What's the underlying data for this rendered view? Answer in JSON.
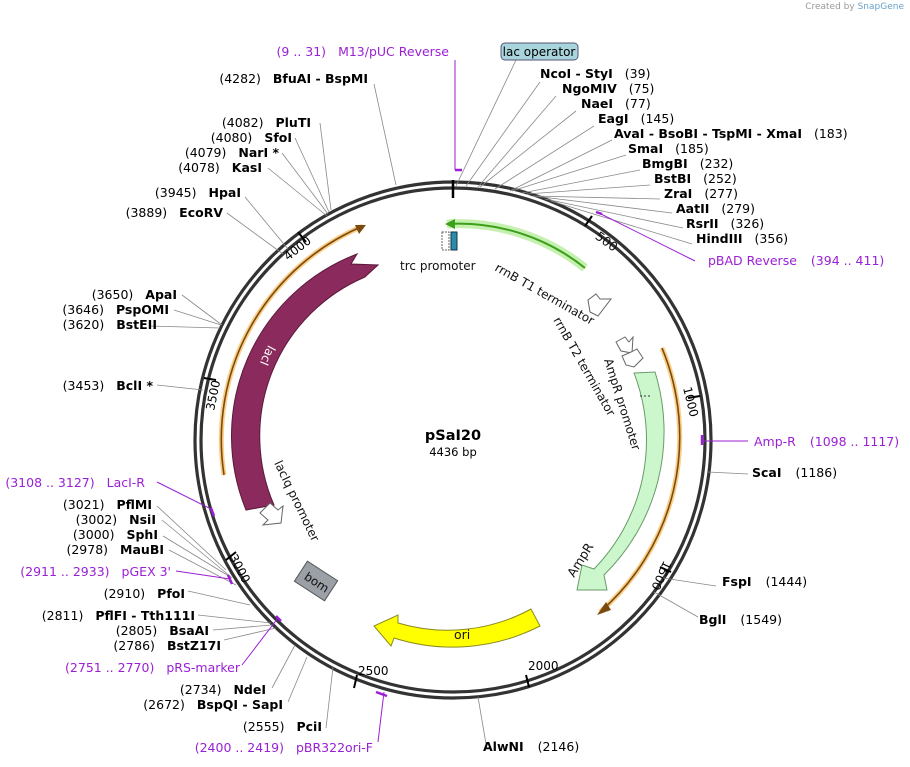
{
  "credit": {
    "prefix": "Created by",
    "brand": "SnapGene"
  },
  "plasmid": {
    "name": "pSaI20",
    "size": "4436 bp"
  },
  "ticks": [
    {
      "label": "500"
    },
    {
      "label": "1000"
    },
    {
      "label": "1500"
    },
    {
      "label": "2000"
    },
    {
      "label": "2500"
    },
    {
      "label": "3000"
    },
    {
      "label": "3500"
    },
    {
      "label": "4000"
    }
  ],
  "sites": [
    {
      "bp": "(39)",
      "names": "NcoI  - StyI"
    },
    {
      "bp": "(75)",
      "names": "NgoMIV"
    },
    {
      "bp": "(77)",
      "names": "NaeI"
    },
    {
      "bp": "(145)",
      "names": "EagI"
    },
    {
      "bp": "(183)",
      "names": "AvaI  - BsoBI  - TspMI  - XmaI"
    },
    {
      "bp": "(185)",
      "names": "SmaI"
    },
    {
      "bp": "(232)",
      "names": "BmgBI"
    },
    {
      "bp": "(252)",
      "names": "BstBI"
    },
    {
      "bp": "(277)",
      "names": "ZraI"
    },
    {
      "bp": "(279)",
      "names": "AatII"
    },
    {
      "bp": "(326)",
      "names": "RsrII"
    },
    {
      "bp": "(356)",
      "names": "HindIII"
    },
    {
      "bp": "(1186)",
      "names": "ScaI"
    },
    {
      "bp": "(1444)",
      "names": "FspI"
    },
    {
      "bp": "(1549)",
      "names": "BglI"
    },
    {
      "bp": "(2146)",
      "names": "AlwNI"
    },
    {
      "bp": "(2555)",
      "names": "PciI"
    },
    {
      "bp": "(2672)",
      "names": "BspQI  - SapI"
    },
    {
      "bp": "(2734)",
      "names": "NdeI"
    },
    {
      "bp": "(2786)",
      "names": "BstZ17I"
    },
    {
      "bp": "(2805)",
      "names": "BsaAI"
    },
    {
      "bp": "(2811)",
      "names": "PflFI  - Tth111I"
    },
    {
      "bp": "(2910)",
      "names": "PfoI"
    },
    {
      "bp": "(2978)",
      "names": "MauBI"
    },
    {
      "bp": "(3000)",
      "names": "SphI"
    },
    {
      "bp": "(3002)",
      "names": "NsiI"
    },
    {
      "bp": "(3021)",
      "names": "PflMI"
    },
    {
      "bp": "(3453)",
      "names": "BclI *"
    },
    {
      "bp": "(3620)",
      "names": "BstEII"
    },
    {
      "bp": "(3646)",
      "names": "PspOMI"
    },
    {
      "bp": "(3650)",
      "names": "ApaI"
    },
    {
      "bp": "(3889)",
      "names": "EcoRV"
    },
    {
      "bp": "(3945)",
      "names": "HpaI"
    },
    {
      "bp": "(4078)",
      "names": "KasI"
    },
    {
      "bp": "(4079)",
      "names": "NarI *"
    },
    {
      "bp": "(4080)",
      "names": "SfoI"
    },
    {
      "bp": "(4082)",
      "names": "PluTI"
    },
    {
      "bp": "(4282)",
      "names": "BfuAI  - BspMI"
    }
  ],
  "primers": [
    {
      "range": "(9 .. 31)",
      "name": "M13/pUC Reverse"
    },
    {
      "range": "(394 .. 411)",
      "name": "pBAD Reverse"
    },
    {
      "range": "(1098 .. 1117)",
      "name": "Amp-R"
    },
    {
      "range": "(2400 .. 2419)",
      "name": "pBR322ori-F"
    },
    {
      "range": "(2751 .. 2770)",
      "name": "pRS-marker"
    },
    {
      "range": "(2911 .. 2933)",
      "name": "pGEX 3'"
    },
    {
      "range": "(3108 .. 3127)",
      "name": "LacI-R"
    }
  ],
  "features": {
    "lac_operator": "lac operator",
    "trc_promoter": "trc promoter",
    "rrnB_T1": "rrnB T1 terminator",
    "rrnB_T2": "rrnB T2 terminator",
    "ampR_promoter": "AmpR promoter",
    "ampR": "AmpR",
    "ori": "ori",
    "bom": "bom",
    "lacIq_promoter": "lacIq promoter",
    "lacI": "lacI"
  },
  "colors": {
    "primer": "#9b1fd6",
    "lacI": "#8b2a5c",
    "ampR": "#ccf7cc",
    "ori": "#ffff00",
    "bom": "#9aa0a6",
    "terminator_green": "#3ca01a",
    "orf_orange": "#f5a623",
    "lac_operator": "#a8d4dc"
  }
}
